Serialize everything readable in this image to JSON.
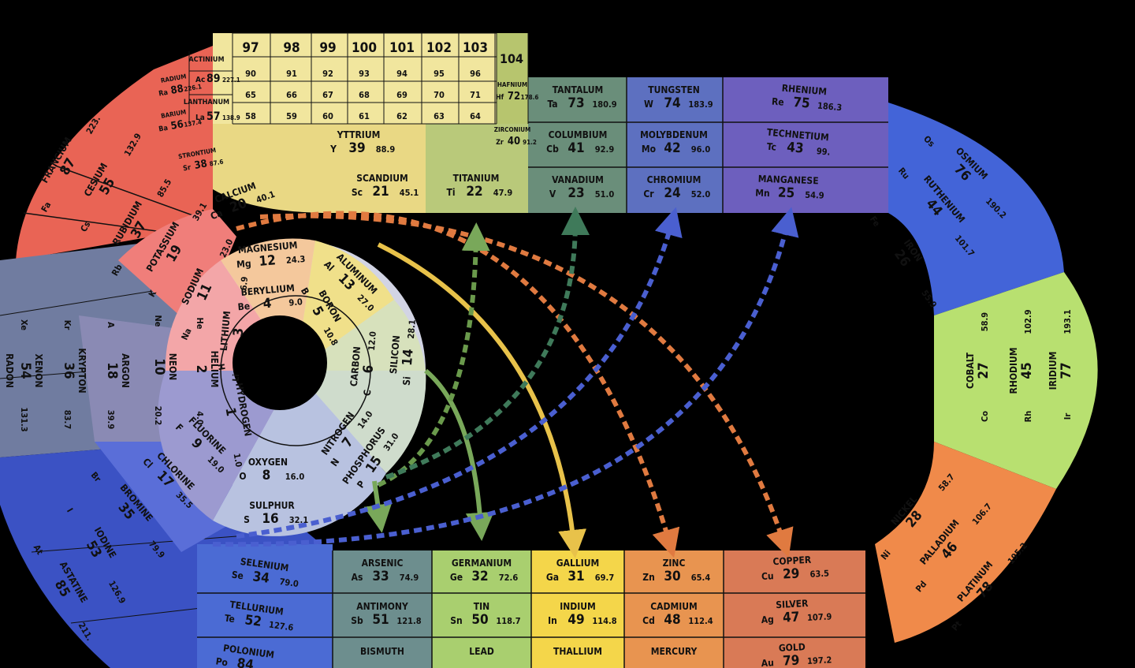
{
  "colors": {
    "background": "#000000",
    "ink": "#111111",
    "arrow_yellow": "#e8c24a",
    "arrow_orange": "#e07a40",
    "arrow_green": "#79a85a",
    "arrow_darkgreen": "#3f7a5a",
    "arrow_blue": "#4a5fd0"
  },
  "rare_earth_block": {
    "actinium_label": "ACTINIUM",
    "actinium_symbol": "Ac",
    "actinium_number": "89",
    "actinium_weight": "227.1",
    "lanthanum_label": "LANTHANUM",
    "lanthanum_symbol": "La",
    "lanthanum_number": "57",
    "lanthanum_weight": "138.9",
    "columns": [
      "97",
      "98",
      "99",
      "100",
      "101",
      "102",
      "103"
    ],
    "actinide_row": [
      "90",
      "91",
      "92",
      "93",
      "94",
      "95",
      "96"
    ],
    "lanthanide_row_a": [
      "65",
      "66",
      "67",
      "68",
      "69",
      "70",
      "71"
    ],
    "lanthanide_row_b": [
      "58",
      "59",
      "60",
      "61",
      "62",
      "63",
      "64"
    ],
    "element_104": "104"
  },
  "elements": [
    {
      "id": "francium",
      "name": "FRANCIUM",
      "symbol": "Fa",
      "number": "87",
      "weight": "223."
    },
    {
      "id": "cesium",
      "name": "CESIUM",
      "symbol": "Cs",
      "number": "55",
      "weight": "132.9"
    },
    {
      "id": "rubidium",
      "name": "RUBIDIUM",
      "symbol": "Rb",
      "number": "37",
      "weight": "85.5"
    },
    {
      "id": "potassium",
      "name": "POTASSIUM",
      "symbol": "K",
      "number": "19",
      "weight": "39.1"
    },
    {
      "id": "sodium",
      "name": "SODIUM",
      "symbol": "Na",
      "number": "11",
      "weight": "23.0"
    },
    {
      "id": "lithium",
      "name": "LITHIUM",
      "symbol": "Li",
      "number": "3",
      "weight": "6.9"
    },
    {
      "id": "radium",
      "name": "RADIUM",
      "symbol": "Ra",
      "number": "88",
      "weight": "226.1"
    },
    {
      "id": "barium",
      "name": "BARIUM",
      "symbol": "Ba",
      "number": "56",
      "weight": "137.4"
    },
    {
      "id": "strontium",
      "name": "STRONTIUM",
      "symbol": "Sr",
      "number": "38",
      "weight": "87.6"
    },
    {
      "id": "calcium",
      "name": "CALCIUM",
      "symbol": "Ca",
      "number": "20",
      "weight": "40.1"
    },
    {
      "id": "magnesium",
      "name": "MAGNESIUM",
      "symbol": "Mg",
      "number": "12",
      "weight": "24.3"
    },
    {
      "id": "beryllium",
      "name": "BERYLLIUM",
      "symbol": "Be",
      "number": "4",
      "weight": "9.0"
    },
    {
      "id": "aluminum",
      "name": "ALUMINUM",
      "symbol": "Al",
      "number": "13",
      "weight": "27.0"
    },
    {
      "id": "boron",
      "name": "BORON",
      "symbol": "B",
      "number": "5",
      "weight": "10.8"
    },
    {
      "id": "carbon",
      "name": "CARBON",
      "symbol": "C",
      "number": "6",
      "weight": "12.0"
    },
    {
      "id": "silicon",
      "name": "SILICON",
      "symbol": "Si",
      "number": "14",
      "weight": "28.1"
    },
    {
      "id": "nitrogen",
      "name": "NITROGEN",
      "symbol": "N",
      "number": "7",
      "weight": "14.0"
    },
    {
      "id": "phosphorus",
      "name": "PHOSPHORUS",
      "symbol": "P",
      "number": "15",
      "weight": "31.0"
    },
    {
      "id": "oxygen",
      "name": "OXYGEN",
      "symbol": "O",
      "number": "8",
      "weight": "16.0"
    },
    {
      "id": "sulphur",
      "name": "SULPHUR",
      "symbol": "S",
      "number": "16",
      "weight": "32.1"
    },
    {
      "id": "fluorine",
      "name": "FLUORINE",
      "symbol": "F",
      "number": "9",
      "weight": "19.0"
    },
    {
      "id": "chlorine",
      "name": "CHLORINE",
      "symbol": "Cl",
      "number": "17",
      "weight": "35.5"
    },
    {
      "id": "bromine",
      "name": "BROMINE",
      "symbol": "Br",
      "number": "35",
      "weight": "79.9"
    },
    {
      "id": "iodine",
      "name": "IODINE",
      "symbol": "I",
      "number": "53",
      "weight": "126.9"
    },
    {
      "id": "astatine",
      "name": "ASTATINE",
      "symbol": "At",
      "number": "85",
      "weight": "211."
    },
    {
      "id": "hydrogen",
      "name": "HYDROGEN",
      "symbol": "H",
      "number": "1",
      "weight": "1.0"
    },
    {
      "id": "helium",
      "name": "HELIUM",
      "symbol": "He",
      "number": "2",
      "weight": "4.0"
    },
    {
      "id": "neon",
      "name": "NEON",
      "symbol": "Ne",
      "number": "10",
      "weight": "20.2"
    },
    {
      "id": "argon",
      "name": "ARGON",
      "symbol": "A",
      "number": "18",
      "weight": "39.9"
    },
    {
      "id": "krypton",
      "name": "KRYPTON",
      "symbol": "Kr",
      "number": "36",
      "weight": "83.7"
    },
    {
      "id": "xenon",
      "name": "XENON",
      "symbol": "Xe",
      "number": "54",
      "weight": "131.3"
    },
    {
      "id": "radon",
      "name": "RADON",
      "symbol": "",
      "number": "",
      "weight": ""
    },
    {
      "id": "selenium",
      "name": "SELENIUM",
      "symbol": "Se",
      "number": "34",
      "weight": "79.0"
    },
    {
      "id": "tellurium",
      "name": "TELLURIUM",
      "symbol": "Te",
      "number": "52",
      "weight": "127.6"
    },
    {
      "id": "polonium",
      "name": "POLONIUM",
      "symbol": "Po",
      "number": "84",
      "weight": ""
    },
    {
      "id": "arsenic",
      "name": "ARSENIC",
      "symbol": "As",
      "number": "33",
      "weight": "74.9"
    },
    {
      "id": "antimony",
      "name": "ANTIMONY",
      "symbol": "Sb",
      "number": "51",
      "weight": "121.8"
    },
    {
      "id": "bismuth",
      "name": "BISMUTH",
      "symbol": "",
      "number": "",
      "weight": ""
    },
    {
      "id": "germanium",
      "name": "GERMANIUM",
      "symbol": "Ge",
      "number": "32",
      "weight": "72.6"
    },
    {
      "id": "tin",
      "name": "TIN",
      "symbol": "Sn",
      "number": "50",
      "weight": "118.7"
    },
    {
      "id": "lead",
      "name": "LEAD",
      "symbol": "",
      "number": "",
      "weight": ""
    },
    {
      "id": "gallium",
      "name": "GALLIUM",
      "symbol": "Ga",
      "number": "31",
      "weight": "69.7"
    },
    {
      "id": "indium",
      "name": "INDIUM",
      "symbol": "In",
      "number": "49",
      "weight": "114.8"
    },
    {
      "id": "thallium",
      "name": "THALLIUM",
      "symbol": "",
      "number": "",
      "weight": ""
    },
    {
      "id": "zinc",
      "name": "ZINC",
      "symbol": "Zn",
      "number": "30",
      "weight": "65.4"
    },
    {
      "id": "cadmium",
      "name": "CADMIUM",
      "symbol": "Cd",
      "number": "48",
      "weight": "112.4"
    },
    {
      "id": "mercury",
      "name": "MERCURY",
      "symbol": "",
      "number": "",
      "weight": ""
    },
    {
      "id": "copper",
      "name": "COPPER",
      "symbol": "Cu",
      "number": "29",
      "weight": "63.5"
    },
    {
      "id": "silver",
      "name": "SILVER",
      "symbol": "Ag",
      "number": "47",
      "weight": "107.9"
    },
    {
      "id": "gold",
      "name": "GOLD",
      "symbol": "Au",
      "number": "79",
      "weight": "197.2"
    },
    {
      "id": "nickel",
      "name": "NICKEL",
      "symbol": "Ni",
      "number": "28",
      "weight": "58.7"
    },
    {
      "id": "palladium",
      "name": "PALLADIUM",
      "symbol": "Pd",
      "number": "46",
      "weight": "106.7"
    },
    {
      "id": "platinum",
      "name": "PLATINUM",
      "symbol": "Pt",
      "number": "78",
      "weight": "195.2"
    },
    {
      "id": "cobalt",
      "name": "COBALT",
      "symbol": "Co",
      "number": "27",
      "weight": "58.9"
    },
    {
      "id": "rhodium",
      "name": "RHODIUM",
      "symbol": "Rh",
      "number": "45",
      "weight": "102.9"
    },
    {
      "id": "iridium",
      "name": "IRIDIUM",
      "symbol": "Ir",
      "number": "77",
      "weight": "193.1"
    },
    {
      "id": "iron",
      "name": "IRON",
      "symbol": "Fe",
      "number": "26",
      "weight": "55.9"
    },
    {
      "id": "ruthenium",
      "name": "RUTHENIUM",
      "symbol": "Ru",
      "number": "44",
      "weight": "101.7"
    },
    {
      "id": "osmium",
      "name": "OSMIUM",
      "symbol": "Os",
      "number": "76",
      "weight": "190.2"
    },
    {
      "id": "rhenium",
      "name": "RHENIUM",
      "symbol": "Re",
      "number": "75",
      "weight": "186.3"
    },
    {
      "id": "technetium",
      "name": "TECHNETIUM",
      "symbol": "Tc",
      "number": "43",
      "weight": "99."
    },
    {
      "id": "manganese",
      "name": "MANGANESE",
      "symbol": "Mn",
      "number": "25",
      "weight": "54.9"
    },
    {
      "id": "tungsten",
      "name": "TUNGSTEN",
      "symbol": "W",
      "number": "74",
      "weight": "183.9"
    },
    {
      "id": "molybdenum",
      "name": "MOLYBDENUM",
      "symbol": "Mo",
      "number": "42",
      "weight": "96.0"
    },
    {
      "id": "chromium",
      "name": "CHROMIUM",
      "symbol": "Cr",
      "number": "24",
      "weight": "52.0"
    },
    {
      "id": "tantalum",
      "name": "TANTALUM",
      "symbol": "Ta",
      "number": "73",
      "weight": "180.9"
    },
    {
      "id": "columbium",
      "name": "COLUMBIUM",
      "symbol": "Cb",
      "number": "41",
      "weight": "92.9"
    },
    {
      "id": "vanadium",
      "name": "VANADIUM",
      "symbol": "V",
      "number": "23",
      "weight": "51.0"
    },
    {
      "id": "hafnium",
      "name": "HAFNIUM",
      "symbol": "Hf",
      "number": "72",
      "weight": "178.6"
    },
    {
      "id": "zirconium",
      "name": "ZIRCONIUM",
      "symbol": "Zr",
      "number": "40",
      "weight": "91.2"
    },
    {
      "id": "titanium",
      "name": "TITANIUM",
      "symbol": "Ti",
      "number": "22",
      "weight": "47.9"
    },
    {
      "id": "yttrium",
      "name": "YTTRIUM",
      "symbol": "Y",
      "number": "39",
      "weight": "88.9"
    },
    {
      "id": "scandium",
      "name": "SCANDIUM",
      "symbol": "Sc",
      "number": "21",
      "weight": "45.1"
    }
  ]
}
